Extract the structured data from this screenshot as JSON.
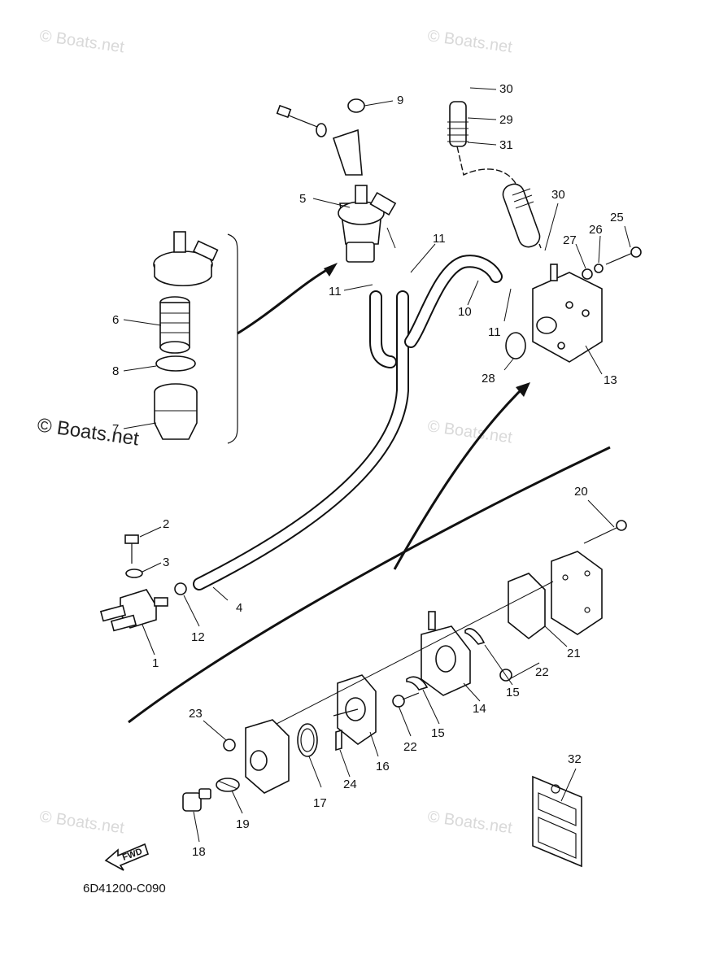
{
  "watermarks": {
    "text": "© Boats.net"
  },
  "callouts": {
    "c1": "1",
    "c2": "2",
    "c3": "3",
    "c4": "4",
    "c5": "5",
    "c6": "6",
    "c7": "7",
    "c8": "8",
    "c9": "9",
    "c10": "10",
    "c11": "11",
    "c12": "12",
    "c13": "13",
    "c14": "14",
    "c15": "15",
    "c16": "16",
    "c17": "17",
    "c18": "18",
    "c19": "19",
    "c20": "20",
    "c21": "21",
    "c22": "22",
    "c23": "23",
    "c24": "24",
    "c25": "25",
    "c26": "26",
    "c27": "27",
    "c28": "28",
    "c29": "29",
    "c30": "30",
    "c31": "31",
    "c32": "32"
  },
  "diagram_code": "6D41200-C090",
  "fwd_label": "FWD"
}
